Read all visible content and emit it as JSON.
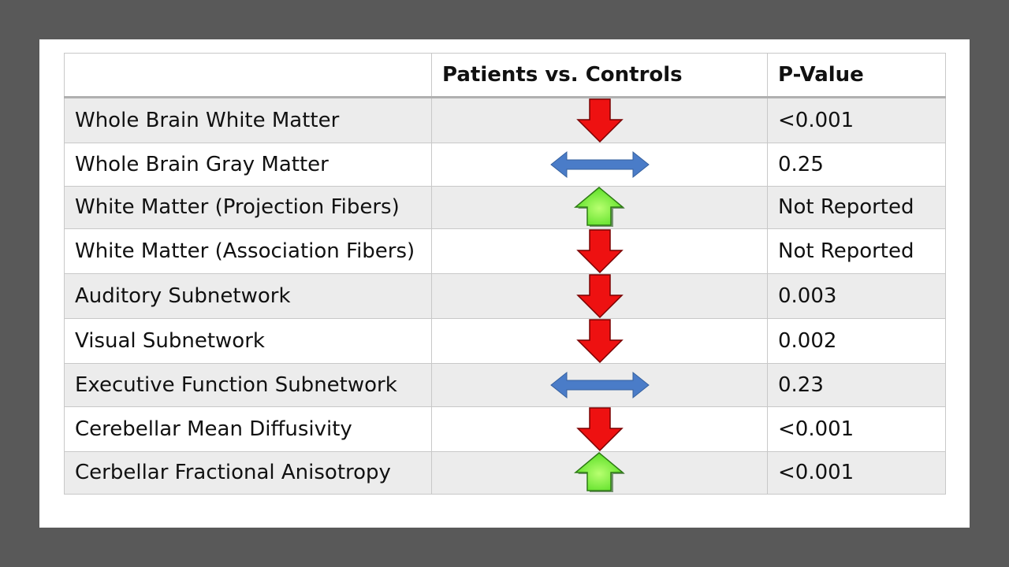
{
  "table": {
    "headers": [
      "",
      "Patients vs. Controls",
      "P-Value"
    ],
    "rows": [
      {
        "measure": "Whole Brain White Matter",
        "direction": "down",
        "p_value": "<0.001"
      },
      {
        "measure": "Whole Brain Gray Matter",
        "direction": "neutral",
        "p_value": "0.25"
      },
      {
        "measure": "White Matter (Projection Fibers)",
        "direction": "up",
        "p_value": "Not Reported"
      },
      {
        "measure": "White Matter (Association Fibers)",
        "direction": "down",
        "p_value": "Not Reported"
      },
      {
        "measure": "Auditory Subnetwork",
        "direction": "down",
        "p_value": "0.003"
      },
      {
        "measure": "Visual Subnetwork",
        "direction": "down",
        "p_value": "0.002"
      },
      {
        "measure": "Executive Function Subnetwork",
        "direction": "neutral",
        "p_value": "0.23"
      },
      {
        "measure": "Cerebellar Mean Diffusivity",
        "direction": "down",
        "p_value": "<0.001"
      },
      {
        "measure": "Cerbellar Fractional Anisotropy",
        "direction": "up",
        "p_value": "<0.001"
      }
    ]
  },
  "icons": {
    "down": "red-down-arrow-icon",
    "up": "green-up-arrow-icon",
    "neutral": "blue-double-arrow-icon"
  },
  "colors": {
    "down_arrow": "#ee1111",
    "up_arrow": "#55dd22",
    "neutral_arrow": "#4a7cc8",
    "background": "#595959"
  }
}
